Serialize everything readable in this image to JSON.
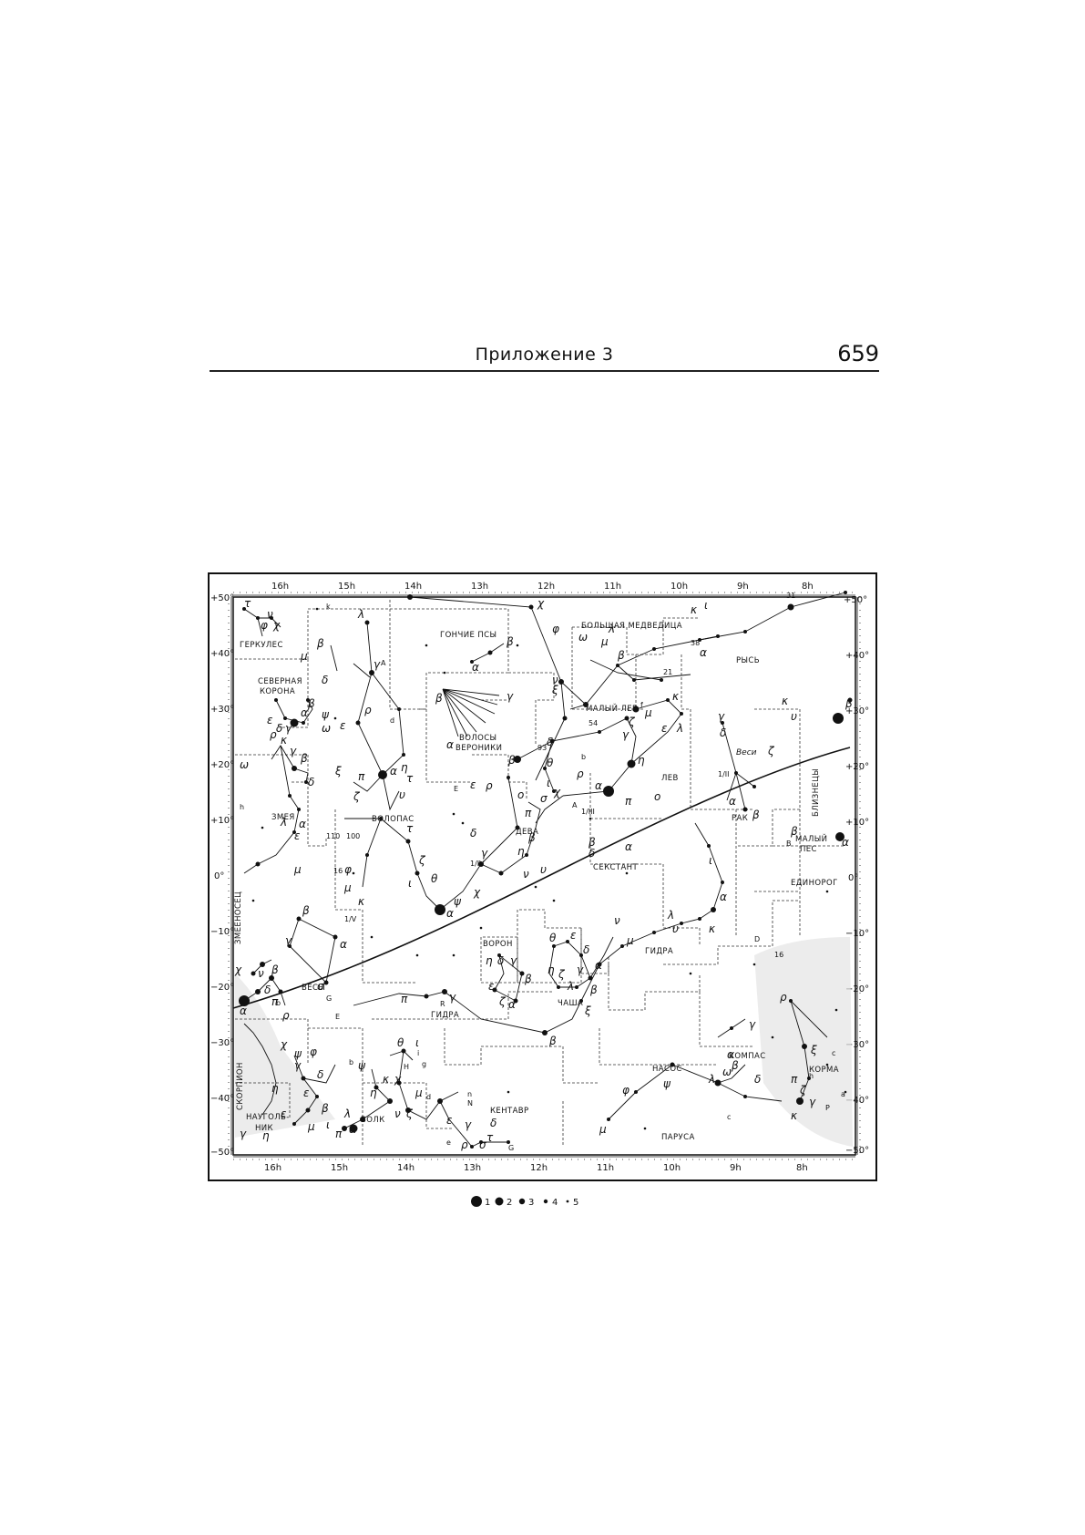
{
  "header": {
    "section": "Приложение 3",
    "page_number": "659"
  },
  "map": {
    "ra_top": [
      "16h",
      "15h",
      "14h",
      "13h",
      "12h",
      "11h",
      "10h",
      "9h",
      "8h"
    ],
    "ra_bottom": [
      "16h",
      "15h",
      "14h",
      "13h",
      "12h",
      "11h",
      "10h",
      "9h",
      "8h"
    ],
    "dec_left": [
      "+50°",
      "+40°",
      "+30°",
      "+20°",
      "+10°",
      "0°",
      "−10°",
      "−20°",
      "−30°",
      "−40°",
      "−50°"
    ],
    "dec_right": [
      "+50°",
      "+40°",
      "+30°",
      "+20°",
      "+10°",
      "0°",
      "−10°",
      "−20°",
      "−30°",
      "−40°",
      "−50°"
    ],
    "constellations": {
      "big_dipper": "БОЛЬШАЯ МЕДВЕДИЦА",
      "canes": "ГОНЧИЕ ПСЫ",
      "hercules": "ГЕРКУЛЕС",
      "corona_1": "СЕВЕРНАЯ",
      "corona_2": "КОРОНА",
      "lynx": "РЫСЬ",
      "leo_minor": "МАЛЫЙ ЛЕВ",
      "coma_1": "ВОЛОСЫ",
      "coma_2": "ВЕРОНИКИ",
      "bootes": "ВОЛОПАС",
      "leo": "ЛЕВ",
      "serpens": "ЗМЕЯ",
      "gemini": "БЛИЗНЕЦЫ",
      "cancer": "РАК",
      "virgo": "ДЕВА",
      "canis_minor_1": "МАЛЫЙ",
      "canis_minor_2": "ПЕС",
      "sextans": "СЕКСТАНТ",
      "monoceros": "ЕДИНОРОГ",
      "ophiuchus": "ЗМЕЕНОСЕЦ",
      "corvus": "ВОРОН",
      "crater": "ЧАША",
      "hydra_1": "ГИДРА",
      "libra": "ВЕСЫ",
      "hydra_2": "ГИДРА",
      "pyxis": "КОМПАС",
      "antlia": "НАСОС",
      "puppis": "КОРМА",
      "scorpius": "СКОРПИОН",
      "centaurus": "КЕНТАВР",
      "norma_1": "НАУГОЛЬ-",
      "norma_2": "НИК",
      "lupus": "ВОЛК",
      "vela": "ПАРУСА"
    },
    "annotations": {
      "comet": "Веси",
      "n31": "31",
      "n38": "38",
      "n21": "21",
      "n54": "54",
      "n93": "93",
      "n110": "110",
      "n100": "100",
      "n16a": "16",
      "n16b": "16",
      "ecl_1": "1/II",
      "ecl_2": "1/III",
      "ecl_3": "1/IV",
      "ecl_4": "1/V"
    },
    "greek": {
      "ursa_chi": "χ",
      "ursa_phi": "φ",
      "ursa_omega": "ω",
      "ursa_nu": "ν",
      "ursa_xi": "ξ",
      "ursa_lambda": "λ",
      "ursa_mu": "μ",
      "ursa_kappa": "κ",
      "ursa_iota": "ι",
      "cvn_alpha": "α",
      "cvn_beta": "β",
      "lyn_alpha": "α",
      "lmi_beta": "β",
      "com_beta": "β",
      "com_gamma": "γ",
      "com_alpha": "α",
      "boo_lambda": "λ",
      "boo_gamma": "γ",
      "boo_beta": "β",
      "boo_delta": "δ",
      "boo_mu": "μ",
      "boo_epsilon": "ε",
      "boo_rho": "ρ",
      "boo_alpha": "α",
      "boo_eta": "η",
      "boo_tau": "τ",
      "boo_upsilon": "υ",
      "boo_pi": "π",
      "boo_zeta": "ζ",
      "boo_xi": "ξ",
      "boo_psi": "ψ",
      "boo_omega": "ω",
      "crb_alpha": "α",
      "crb_beta": "β",
      "crb_gamma": "γ",
      "crb_delta": "δ",
      "crb_epsilon": "ε",
      "her_tau": "τ",
      "her_phi": "φ",
      "her_chi": "χ",
      "her_nu": "ν",
      "leo_gamma": "γ",
      "leo_zeta": "ζ",
      "leo_mu": "μ",
      "leo_epsilon": "ε",
      "leo_kappa": "κ",
      "leo_lambda": "λ",
      "leo_eta": "η",
      "leo_alpha": "α",
      "leo_delta": "δ",
      "leo_theta": "θ",
      "leo_beta": "β",
      "leo_iota": "ι",
      "leo_sigma": "σ",
      "leo_rho": "ρ",
      "leo_chi": "χ",
      "leo_pi": "π",
      "leo_omicron": "ο",
      "ser_beta": "β",
      "ser_gamma": "γ",
      "ser_delta": "δ",
      "ser_alpha": "α",
      "ser_epsilon": "ε",
      "ser_lambda": "λ",
      "ser_mu": "μ",
      "ser_omega": "ω",
      "ser_kappa": "κ",
      "ser_rho": "ρ",
      "cnc_gamma": "γ",
      "cnc_delta": "δ",
      "cnc_zeta": "ζ",
      "cnc_alpha": "α",
      "cnc_beta": "β",
      "gem_kappa": "κ",
      "gem_beta": "β",
      "gem_upsilon": "υ",
      "vir_epsilon": "ε",
      "vir_rho": "ρ",
      "vir_delta": "δ",
      "vir_gamma": "γ",
      "vir_eta": "η",
      "vir_beta": "β",
      "vir_pi": "π",
      "vir_omicron": "ο",
      "vir_zeta": "ζ",
      "vir_tau": "τ",
      "vir_iota": "ι",
      "vir_alpha": "α",
      "vir_kappa": "κ",
      "vir_theta": "θ",
      "vir_psi": "ψ",
      "vir_chi": "χ",
      "vir_nu": "ν",
      "vir_phi": "φ",
      "vir_upsilon": "υ",
      "vir_mu": "μ",
      "cmi_alpha": "α",
      "cmi_beta": "β",
      "sex_beta": "β",
      "sex_alpha": "α",
      "sex_delta": "δ",
      "crv_eta": "η",
      "crv_delta": "δ",
      "crv_gamma": "γ",
      "crv_epsilon": "ε",
      "crv_beta": "β",
      "crv_alpha": "α",
      "crv_zeta": "ζ",
      "crt_theta": "θ",
      "crt_epsilon": "ε",
      "crt_eta": "η",
      "crt_zeta": "ζ",
      "crt_lambda": "λ",
      "crt_gamma": "γ",
      "crt_delta": "δ",
      "crt_alpha": "α",
      "crt_beta": "β",
      "hya_lambda": "λ",
      "hya_mu": "μ",
      "hya_nu": "ν",
      "hya_xi": "ξ",
      "hya_pi": "π",
      "hya_gamma": "γ",
      "hya_beta": "β",
      "hya_upsilon": "υ",
      "hya_kappa": "κ",
      "hya_alpha": "α",
      "hya_iota": "ι",
      "lib_beta": "β",
      "lib_gamma": "γ",
      "lib_alpha": "α",
      "lib_sigma": "σ",
      "oph_chi": "χ",
      "oph_nu": "ν",
      "pyx_gamma": "γ",
      "pyx_alpha": "α",
      "pyx_beta": "β",
      "pup_rho": "ρ",
      "pup_xi": "ξ",
      "pup_zeta": "ζ",
      "pup_pi": "π",
      "sco_alpha": "α",
      "sco_delta": "δ",
      "sco_beta": "β",
      "sco_pi": "π",
      "sco_rho": "ρ",
      "cen_theta": "θ",
      "cen_eta": "η",
      "cen_zeta": "ζ",
      "cen_epsilon": "ε",
      "cen_gamma": "γ",
      "cen_delta": "δ",
      "cen_iota": "ι",
      "cen_kappa": "κ",
      "cen_nu": "ν",
      "cen_mu": "μ",
      "cen_psi": "ψ",
      "cen_chi": "χ",
      "cen_sigma": "σ",
      "cen_tau": "τ",
      "cen_rho": "ρ",
      "cen_pi": "π",
      "cen_lambda": "λ",
      "lup_alpha": "α",
      "lup_beta": "β",
      "lup_gamma": "γ",
      "lup_delta": "δ",
      "lup_epsilon": "ε",
      "lup_phi": "φ",
      "lup_chi": "χ",
      "lup_psi": "ψ",
      "lup_eta": "η",
      "lup_mu": "μ",
      "lup_iota": "ι",
      "vel_lambda": "λ",
      "vel_psi": "ψ",
      "vel_mu": "μ",
      "vel_phi": "φ",
      "vel_kappa": "κ",
      "vel_delta": "δ",
      "vel_gamma": "γ",
      "vel_omega": "ω",
      "nor_gamma": "γ",
      "nor_eta": "η",
      "nor_epsilon": "ε"
    },
    "latin": {
      "k": "k",
      "A": "A",
      "A2": "A",
      "d": "d",
      "b": "b",
      "f": "f",
      "h": "h",
      "E": "E",
      "E2": "E",
      "G": "G",
      "G2": "G",
      "H": "H",
      "b2": "b",
      "b3": "b",
      "i": "i",
      "g": "g",
      "d2": "d",
      "c": "c",
      "c2": "c",
      "e": "e",
      "a": "a",
      "h2": "h",
      "B": "B",
      "n": "n",
      "N": "N",
      "D": "D",
      "P": "P",
      "R": "R"
    }
  },
  "legend": {
    "labels": [
      "1",
      "2",
      "3",
      "4",
      "5"
    ]
  }
}
